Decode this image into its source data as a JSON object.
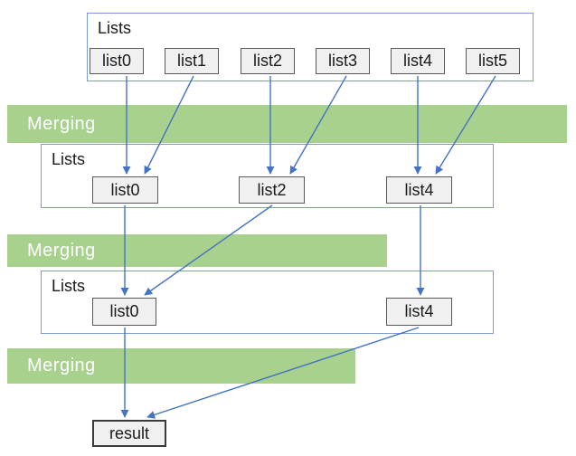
{
  "stages": [
    {
      "label": "Lists",
      "items": [
        "list0",
        "list1",
        "list2",
        "list3",
        "list4",
        "list5"
      ]
    },
    {
      "label": "Lists",
      "items": [
        "list0",
        "list2",
        "list4"
      ]
    },
    {
      "label": "Lists",
      "items": [
        "list0",
        "list4"
      ]
    }
  ],
  "merging": {
    "labels": [
      "Merging",
      "Merging",
      "Merging"
    ]
  },
  "result": {
    "label": "result"
  },
  "colors": {
    "band_green": "#A9D18E",
    "band_text": "#FFFFFF",
    "arrow_blue": "#4472C4",
    "container_border": "#7B9BD7",
    "box_bg": "#F0F0F0",
    "box_border": "#595959",
    "result_border": "#3A3A3A"
  },
  "connections": [
    {
      "from": "stage1.list0",
      "to": "stage2.list0"
    },
    {
      "from": "stage1.list1",
      "to": "stage2.list0"
    },
    {
      "from": "stage1.list2",
      "to": "stage2.list2"
    },
    {
      "from": "stage1.list3",
      "to": "stage2.list2"
    },
    {
      "from": "stage1.list4",
      "to": "stage2.list4"
    },
    {
      "from": "stage1.list5",
      "to": "stage2.list4"
    },
    {
      "from": "stage2.list0",
      "to": "stage3.list0"
    },
    {
      "from": "stage2.list2",
      "to": "stage3.list0"
    },
    {
      "from": "stage2.list4",
      "to": "stage3.list4"
    },
    {
      "from": "stage3.list0",
      "to": "result"
    },
    {
      "from": "stage3.list4",
      "to": "result"
    }
  ]
}
